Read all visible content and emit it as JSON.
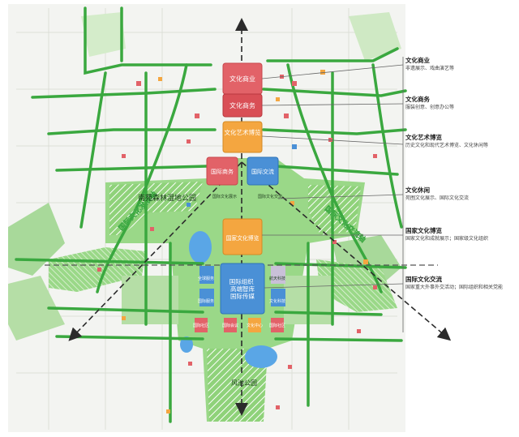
{
  "map": {
    "park_label": "南苑森林湿地公园",
    "south_park_label": "风池公园",
    "axis_labels": {
      "left": "国际文化发展轴",
      "right": "国际文化交流轴"
    },
    "core_blocks": {
      "commerce": "文化商业",
      "business": "文化商务",
      "expo_top": "文化艺术博览",
      "intl_business": "国际商务",
      "intl_exchange": "国际交流",
      "national_expo": "国家文化博览",
      "intl_org": "国际组织\n高端智库\n国际传媒"
    },
    "small_labels": {
      "leisure_left": "国际文化展示",
      "leisure_right": "国际文化交流",
      "left_col_1": "全球服务",
      "left_col_2": "国际服务",
      "right_col_1": "航天科技",
      "right_col_2": "文化科技",
      "bottom_1": "国际社区",
      "bottom_2": "国际会议",
      "bottom_3": "文化中心",
      "bottom_4": "国际社区"
    }
  },
  "legend": [
    {
      "title": "文化商业",
      "desc": "非遗展示、戏曲演艺等"
    },
    {
      "title": "文化商务",
      "desc": "服装创意、创意办公等"
    },
    {
      "title": "文化艺术博览",
      "desc": "历史文化和现代艺术博览、文化休闲等"
    },
    {
      "title": "文化休闲",
      "desc": "苑囿文化展示、国际文化交流"
    },
    {
      "title": "国家文化博览",
      "desc": "国家文化和成就展示；国家级文化组织"
    },
    {
      "title": "国际文化交流",
      "desc": "国家重大外事外交活动；国际组织和相关党能"
    }
  ],
  "colors": {
    "green": "#7cc96a",
    "green_light": "#b5dea6",
    "road": "#3aa83f",
    "red": "#e26268",
    "orange": "#f4a640",
    "blue": "#4a90d6",
    "axis": "#2b2b2b"
  }
}
